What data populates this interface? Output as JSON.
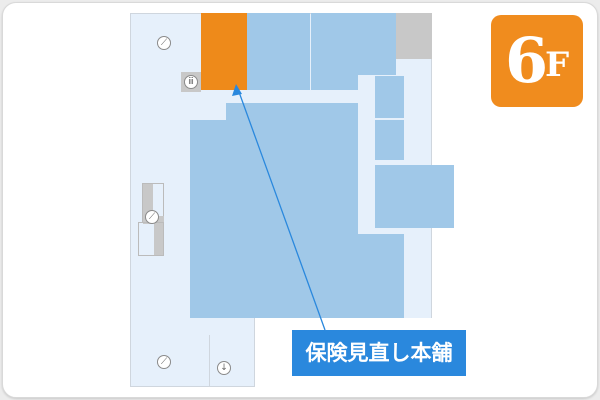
{
  "floor": {
    "number": "6",
    "unit": "F"
  },
  "callout": {
    "label": "保険見直し本舗"
  },
  "icons": {
    "stairs_top": "stairs-icon",
    "toilet": "restroom-icon",
    "escalator": "escalator-icon",
    "stairs_bottom": "stairs-icon",
    "elevator": "elevator-icon"
  },
  "colors": {
    "highlight_store": "#ee8a1a",
    "store": "#a0c8e8",
    "floor": "#e6f0fb",
    "facility": "#c8c8c8",
    "callout": "#2a88dd",
    "floor_badge": "#f08c1e"
  }
}
